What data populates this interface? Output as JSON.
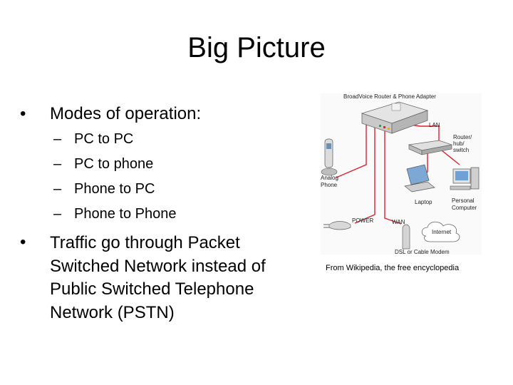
{
  "slide": {
    "title": "Big Picture",
    "bullets": [
      {
        "marker": "•",
        "text": "Modes of operation:"
      },
      {
        "marker": "•",
        "lines": [
          "Traffic go through Packet",
          "Switched Network instead of",
          "Public Switched Telephone",
          "Network (PSTN)"
        ]
      }
    ],
    "sub_items": [
      {
        "marker": "–",
        "text": "PC to PC"
      },
      {
        "marker": "–",
        "text": "PC to phone"
      },
      {
        "marker": "–",
        "text": "Phone to PC"
      },
      {
        "marker": "–",
        "text": "Phone to Phone"
      }
    ]
  },
  "figure": {
    "header": "BroadVoice Router & Phone Adapter",
    "labels": {
      "lan": "LAN",
      "router": [
        "Router/",
        "hub/",
        "switch"
      ],
      "analog": [
        "Analog",
        "Phone"
      ],
      "laptop": "Laptop",
      "pc": [
        "Personal",
        "Computer"
      ],
      "power": "POWER",
      "wan": "WAN",
      "internet": "Internet",
      "modem": "DSL or Cable Modem"
    },
    "colors": {
      "cable": "#d9232e",
      "device": "#c9c9c9"
    },
    "caption": "From Wikipedia, the free encyclopedia"
  }
}
